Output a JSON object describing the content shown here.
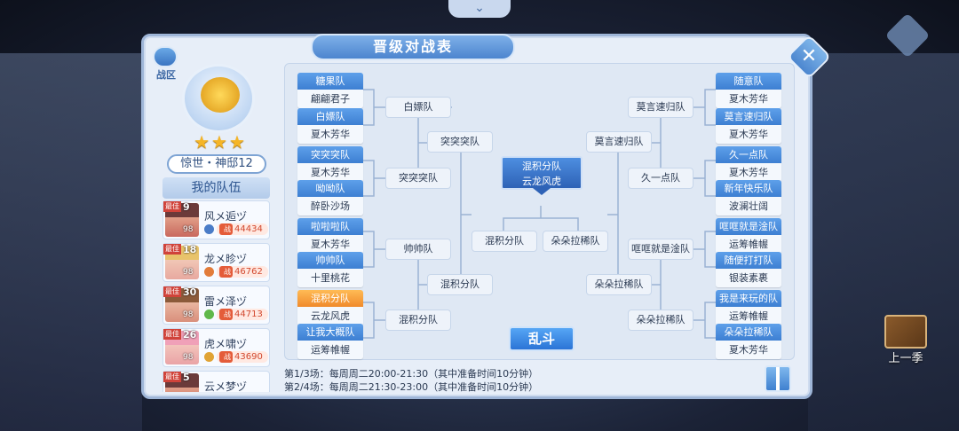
{
  "panel": {
    "title": "晋级对战表"
  },
  "zone": {
    "label": "战区"
  },
  "player": {
    "stars": "★★★",
    "server": "惊世・神邸12"
  },
  "team_section": {
    "header": "我的队伍",
    "best_label": "最佳",
    "power_label": "战",
    "members": [
      {
        "rank": "9",
        "level": "98",
        "name": "风メ逅ヅ",
        "power": "44434"
      },
      {
        "rank": "18",
        "level": "98",
        "name": "龙メ昣ヅ",
        "power": "46762"
      },
      {
        "rank": "30",
        "level": "98",
        "name": "雷メ泽ヅ",
        "power": "44713"
      },
      {
        "rank": "26",
        "level": "98",
        "name": "虎メ啸ヅ",
        "power": "43690"
      },
      {
        "rank": "5",
        "level": "",
        "name": "云メ梦ヅ",
        "power": ""
      }
    ]
  },
  "bracket": {
    "left_round1": [
      {
        "team": "糖果队",
        "leader": "翩翩君子"
      },
      {
        "team": "白嫖队",
        "leader": "夏木芳华"
      },
      {
        "team": "突突突队",
        "leader": "夏木芳华"
      },
      {
        "team": "呦呦队",
        "leader": "醉卧沙场"
      },
      {
        "team": "啦啦啦队",
        "leader": "夏木芳华"
      },
      {
        "team": "帅帅队",
        "leader": "十里桃花"
      },
      {
        "team": "混积分队",
        "leader": "云龙风虎"
      },
      {
        "team": "让我大概队",
        "leader": "运筹帷幄"
      }
    ],
    "right_round1": [
      {
        "team": "随意队",
        "leader": "夏木芳华"
      },
      {
        "team": "莫言速归队",
        "leader": "夏木芳华"
      },
      {
        "team": "久一点队",
        "leader": "夏木芳华"
      },
      {
        "team": "新年快乐队",
        "leader": "波澜壮阔"
      },
      {
        "team": "哐哐就是淦队",
        "leader": "运筹帷幄"
      },
      {
        "team": "随便打打队",
        "leader": "银装素裹"
      },
      {
        "team": "我是来玩的队",
        "leader": "运筹帷幄"
      },
      {
        "team": "朵朵拉稀队",
        "leader": "夏木芳华"
      }
    ],
    "left_round2": [
      "白嫖队",
      "突突突队",
      "帅帅队",
      "混积分队"
    ],
    "right_round2": [
      "莫言速归队",
      "久一点队",
      "哐哐就是淦队",
      "朵朵拉稀队"
    ],
    "left_semi": [
      "突突突队",
      "混积分队"
    ],
    "right_semi": [
      "莫言速归队",
      "朵朵拉稀队"
    ],
    "final_left": "混积分队",
    "final_right": "朵朵拉稀队",
    "champion": {
      "team": "混积分队",
      "leader": "云龙风虎"
    },
    "melee_button": "乱斗"
  },
  "schedule": [
    "第1/3场：每周周二20:00-21:30（其中准备时间10分钟）",
    "第2/4场：每周周二21:30-23:00（其中准备时间10分钟）"
  ],
  "prev_page": "上一季",
  "colors": {
    "accent_blue": "#3d7fd2",
    "highlight_orange": "#f08a2b",
    "panel_bg": "#e7eef8"
  }
}
